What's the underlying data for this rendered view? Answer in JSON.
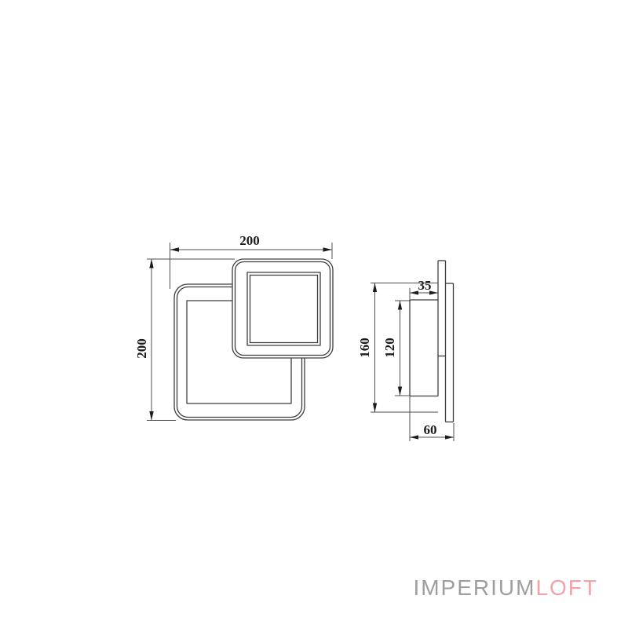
{
  "page": {
    "background_color": "#ffffff",
    "content": "technical dimension drawing of a square LED wall lamp, front view and side profile view"
  },
  "drawing": {
    "line_color": "#3d3d3d",
    "dim_line_color": "#4f4f4f",
    "text_color": "#1c1c1c",
    "front_view": {
      "description": "two overlapping rounded-square light rings, small square at top right over large square",
      "width_label": "200",
      "height_label": "200"
    },
    "side_view": {
      "description": "side profile: lamp body, small-square boss and wall mounting plate",
      "body_depth_label": "35",
      "plate_height_label": "160",
      "body_height_label": "120",
      "total_depth_label": "60"
    }
  },
  "logo": {
    "text_gray": "IMPERIUM",
    "text_accent": "LOFT",
    "gray_color": "#9e9e9e",
    "accent_color": "#f0a3a8"
  }
}
